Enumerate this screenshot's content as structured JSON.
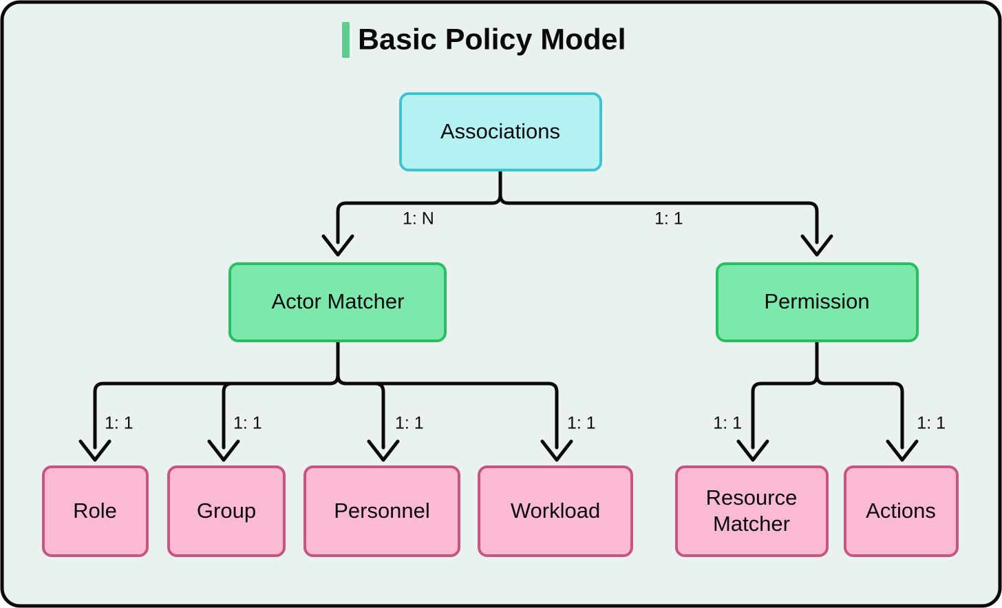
{
  "page": {
    "title": "Basic Policy Model",
    "background_color": "#e9f2ef",
    "frame_border_color": "#0a0a0a",
    "title_accent_color": "#5ecb92"
  },
  "palette": {
    "cyan_fill": "#b3f1f2",
    "cyan_stroke": "#3ec4cf",
    "green_fill": "#7ce8ac",
    "green_stroke": "#28bf62",
    "pink_fill": "#fab9d5",
    "pink_stroke": "#c8547f",
    "edge_color": "#0a0a0a"
  },
  "chart_data": {
    "type": "diagram",
    "title": "Basic Policy Model",
    "layout": "top-down tree, orthogonal rounded connectors, open chevron arrowheads",
    "nodes": [
      {
        "id": "associations",
        "label": "Associations",
        "level": 0,
        "color": "cyan"
      },
      {
        "id": "actor_matcher",
        "label": "Actor Matcher",
        "level": 1,
        "color": "green"
      },
      {
        "id": "permission",
        "label": "Permission",
        "level": 1,
        "color": "green"
      },
      {
        "id": "role",
        "label": "Role",
        "level": 2,
        "color": "pink"
      },
      {
        "id": "group",
        "label": "Group",
        "level": 2,
        "color": "pink"
      },
      {
        "id": "personnel",
        "label": "Personnel",
        "level": 2,
        "color": "pink"
      },
      {
        "id": "workload",
        "label": "Workload",
        "level": 2,
        "color": "pink"
      },
      {
        "id": "resource_matcher",
        "label": "Resource Matcher",
        "level": 2,
        "color": "pink",
        "line1": "Resource",
        "line2": "Matcher"
      },
      {
        "id": "actions",
        "label": "Actions",
        "level": 2,
        "color": "pink"
      }
    ],
    "edges": [
      {
        "from": "associations",
        "to": "actor_matcher",
        "label": "1: N"
      },
      {
        "from": "associations",
        "to": "permission",
        "label": "1: 1"
      },
      {
        "from": "actor_matcher",
        "to": "role",
        "label": "1: 1"
      },
      {
        "from": "actor_matcher",
        "to": "group",
        "label": "1: 1"
      },
      {
        "from": "actor_matcher",
        "to": "personnel",
        "label": "1: 1"
      },
      {
        "from": "actor_matcher",
        "to": "workload",
        "label": "1: 1"
      },
      {
        "from": "permission",
        "to": "resource_matcher",
        "label": "1: 1"
      },
      {
        "from": "permission",
        "to": "actions",
        "label": "1: 1"
      }
    ]
  },
  "nodes": {
    "associations": {
      "label": "Associations"
    },
    "actor_matcher": {
      "label": "Actor Matcher"
    },
    "permission": {
      "label": "Permission"
    },
    "role": {
      "label": "Role"
    },
    "group": {
      "label": "Group"
    },
    "personnel": {
      "label": "Personnel"
    },
    "workload": {
      "label": "Workload"
    },
    "resource_matcher": {
      "label": "Resource Matcher",
      "line1": "Resource",
      "line2": "Matcher"
    },
    "actions": {
      "label": "Actions"
    }
  },
  "edge_labels": {
    "assoc_to_actor": "1: N",
    "assoc_to_permission": "1: 1",
    "actor_to_role": "1: 1",
    "actor_to_group": "1: 1",
    "actor_to_personnel": "1: 1",
    "actor_to_workload": "1: 1",
    "perm_to_resource": "1: 1",
    "perm_to_actions": "1: 1"
  }
}
